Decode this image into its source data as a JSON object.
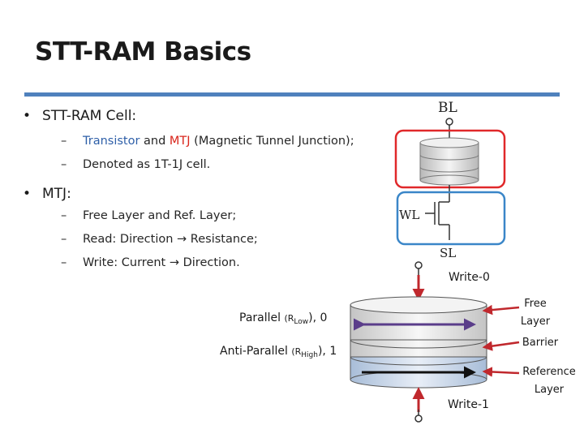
{
  "slide": {
    "title": "STT-RAM Basics",
    "accent_color": "#4f81bd"
  },
  "bullets": {
    "cell": {
      "marker": "•",
      "text": "STT-RAM Cell:",
      "items": [
        {
          "dash": "–",
          "part1": "Transistor",
          "part2": " and ",
          "part3": "MTJ",
          "part4": " (Magnetic Tunnel Junction);"
        },
        {
          "dash": "–",
          "text": "Denoted as 1T-1J cell."
        }
      ]
    },
    "mtj": {
      "marker": "•",
      "text": "MTJ:",
      "items": [
        {
          "dash": "–",
          "text": "Free Layer and Ref. Layer;"
        },
        {
          "dash": "–",
          "text": "Read:  Direction → Resistance;"
        },
        {
          "dash": "–",
          "text": "Write: Current → Direction."
        }
      ]
    }
  },
  "circuit": {
    "bl_label": "BL",
    "wl_label": "WL",
    "sl_label": "SL",
    "mtj_box_color": "#e0282a",
    "transistor_box_color": "#3a86c8"
  },
  "mtj_diagram": {
    "write0_label": "Write-0",
    "write1_label": "Write-1",
    "parallel": {
      "label": "Parallel",
      "open": "(R",
      "sub": "Low",
      "close": "), 0"
    },
    "anti_parallel": {
      "label": "Anti-Parallel",
      "open": "(R",
      "sub": "High",
      "close": "), 1"
    },
    "free_layer_line1": "Free",
    "free_layer_line2": "Layer",
    "barrier": "Barrier",
    "reference_layer_line1": "Reference",
    "reference_layer_line2": "Layer",
    "arrow_color": "#c0282d",
    "double_arrow_color": "#5a3d8a"
  }
}
